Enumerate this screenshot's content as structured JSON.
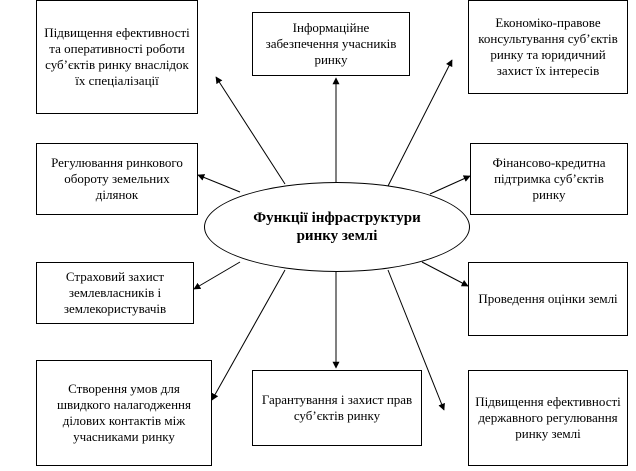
{
  "center": {
    "label": "Функції інфраструктури ринку землі"
  },
  "boxes": {
    "top_left": "Підвищення ефективності та оперативності роботи суб’єктів ринку внаслідок їх спеціалізації",
    "top_center": "Інформаційне забезпечення учасників ринку",
    "top_right": "Економіко-правове консультування суб’єктів ринку та юридичний захист їх інтересів",
    "mid_left_upper": "Регулювання ринкового обороту земельних ділянок",
    "mid_right_upper": "Фінансово-кредитна підтримка суб’єктів ринку",
    "mid_left_lower": "Страховий захист землевласників і землекористувачів",
    "mid_right_lower": "Проведення оцінки землі",
    "bottom_left": "Створення умов для швидкого налагодження ділових контактів між учасниками ринку",
    "bottom_center": "Гарантування і захист прав суб’єктів ринку",
    "bottom_right": "Підвищення ефективності державного регулювання ринку землі"
  },
  "colors": {
    "line": "#000000",
    "background": "#ffffff"
  }
}
